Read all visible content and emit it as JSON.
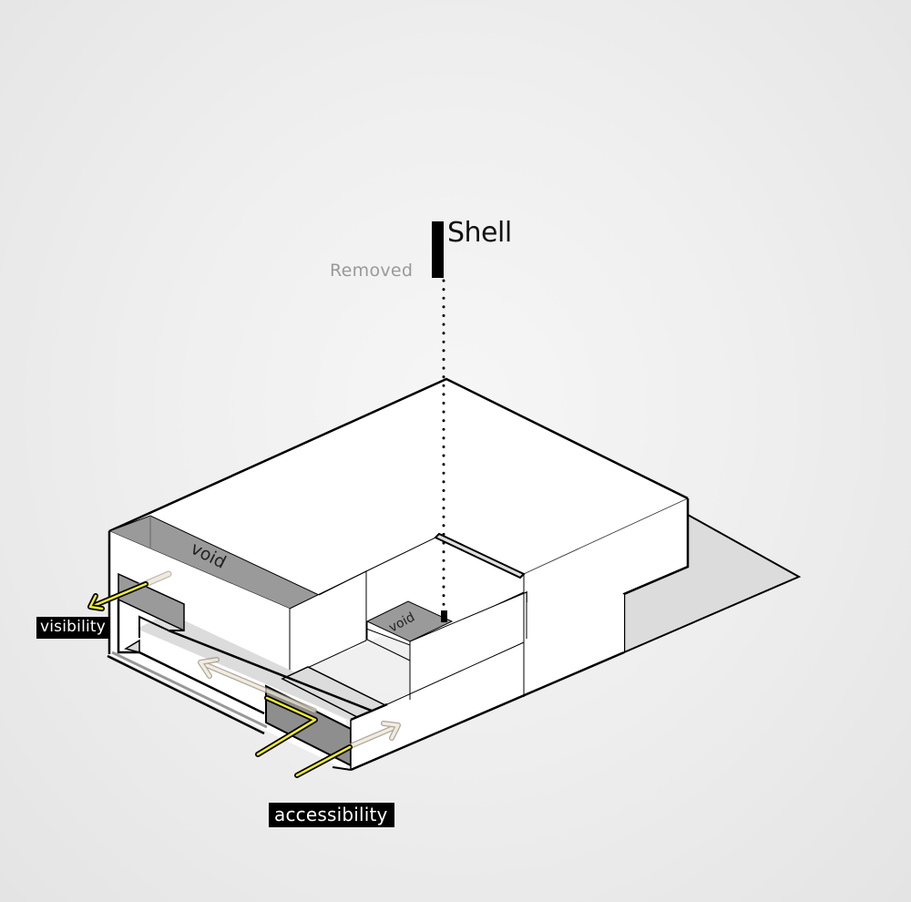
{
  "title": {
    "main": "Shell",
    "sub": "Removed"
  },
  "labels": {
    "visibility": "visibility",
    "accessibility": "accessibility",
    "void_large": "void",
    "void_small": "void"
  },
  "colors": {
    "background": "#efefef",
    "outline": "#000000",
    "face": "#ffffff",
    "void_fill": "#9a9a9a",
    "shadow_fill": "#dcdcdc",
    "arrow_active": "#f2ee2a",
    "arrow_faded": "#e6dcc4",
    "label_bg": "#000000",
    "label_text": "#ffffff",
    "subtitle_text": "#999999"
  },
  "elements": {
    "leader_line": "dotted vertical line from Shell marker down into building core",
    "arrows": [
      {
        "name": "visibility-arrow",
        "style": "yellow, outlined, points outward-left"
      },
      {
        "name": "visibility-arrow-faded",
        "style": "faded beige, inner"
      },
      {
        "name": "accessibility-path-1",
        "style": "yellow L-shaped path"
      },
      {
        "name": "accessibility-path-2",
        "style": "yellow straight path"
      },
      {
        "name": "interior-arrow-left",
        "style": "faded beige, points up-left"
      },
      {
        "name": "interior-arrow-right",
        "style": "faded beige, points up-right"
      }
    ]
  }
}
